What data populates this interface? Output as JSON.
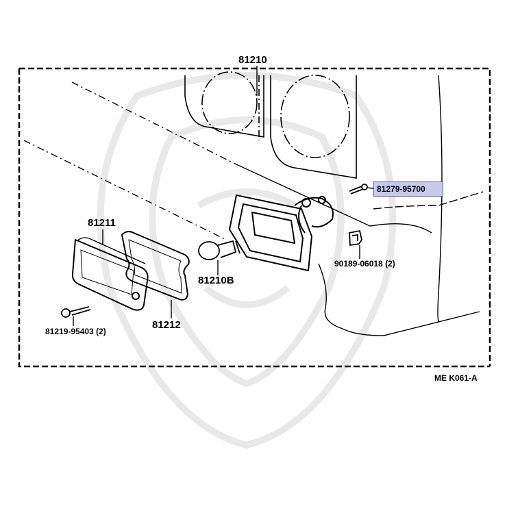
{
  "parts": {
    "assembly": "81210",
    "lens": "81211",
    "gasket": "81212",
    "bulb": "81210B",
    "screw": "81219-95403 (2)",
    "nut": "90189-06018 (2)",
    "highlighted": "81279-95700"
  },
  "figure_code": "ME K061-A",
  "colors": {
    "line": "#000000",
    "highlight_fill": "#c9c9ee",
    "highlight_border": "#5a5aa8",
    "watermark": "#e9e9e9"
  }
}
